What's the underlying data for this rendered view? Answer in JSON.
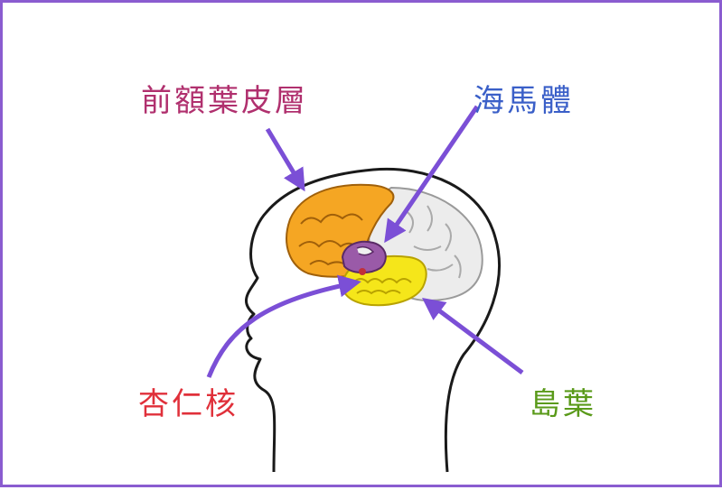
{
  "labels": {
    "prefrontal_cortex": "前額葉皮層",
    "hippocampus": "海馬體",
    "amygdala": "杏仁核",
    "insula": "島葉"
  },
  "colors": {
    "frame": "#8a5cd0",
    "arrow": "#7b4fd6",
    "prefrontal_label": "#b0306e",
    "hippocampus_label": "#3a5fc8",
    "amygdala_label": "#e0303a",
    "insula_label": "#5a9a1a",
    "prefrontal_region": "#f5a623",
    "insula_region": "#f5e61a",
    "hippocampus_region": "#9a5aa8",
    "posterior_region": "#e8e8e8"
  }
}
